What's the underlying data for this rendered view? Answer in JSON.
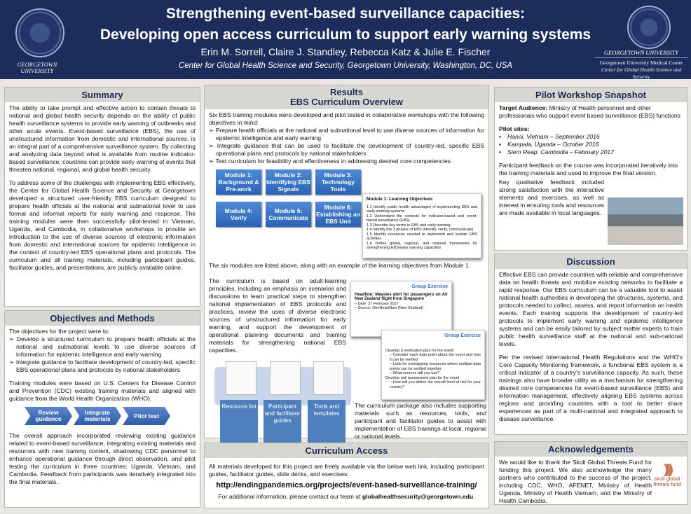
{
  "header": {
    "title_line1": "Strengthening event-based surveillance capacities:",
    "title_line2": "Developing open access curriculum to support early warning systems",
    "authors": "Erin M. Sorrell, Claire J. Standley, Rebecca Katz & Julie E. Fischer",
    "institution": "Center for Global Health Science and Security, Georgetown University, Washington, DC, USA",
    "logo_left": "GEORGETOWN UNIVERSITY",
    "logo_right": {
      "name": "GEORGETOWN UNIVERSITY",
      "line1": "Georgetown University Medical Center",
      "line2": "Center for Global Health Science and Security"
    }
  },
  "summary": {
    "title": "Summary",
    "p1": "The ability to take prompt and effective action to contain threats to national and global health security depends on the ability of public health surveillance systems to provide early warning of outbreaks and other acute events. Event-based surveillance (EBS), the use of unstructured information from domestic and international sources, is an integral part of a comprehensive surveillance system. By collecting and analyzing data beyond what is available from routine indicator-based surveillance, countries can provide early warning of events that threaten national, regional, and global health security.",
    "p2": "To address some of the challenges with implementing EBS effectively, the Center for Global Health Science and Security at Georgetown developed a structured user-friendly EBS curriculum designed to prepare health officials at the national and subnational level to use formal and informal reports for early warning and response. The training modules were then successfully pilot-tested in Vietnam, Uganda, and Cambodia, in collaborative workshops to provide an introduction to the use of diverse sources of electronic information from domestic and international sources for epidemic intelligence in the context of country-led EBS operational plans and protocols. The curriculum and all training materials, including participant guides, facilitator guides, and presentations, are publicly available online."
  },
  "objectives": {
    "title": "Objectives and Methods",
    "intro": "The objectives for the project were to:",
    "items": [
      "Develop a structured curriculum to prepare health officials at the national and subnational levels to use diverse sources of information for epidemic intelligence and early warning",
      "Integrate guidance to facilitate development of country-led, specific EBS operational plans and protocols by national stakeholders"
    ],
    "p2": "Training modules were based on U.S. Centers for Disease Control and Prevention (CDC) existing training materials and aligned with guidance from the World Health Organization (WHO).",
    "steps": [
      "Review guidance",
      "Integrate materials",
      "Pilot test"
    ],
    "p3": "The overall approach incorporated reviewing existing guidance related to event-based surveillance, integrating existing materials and resources with new training content, shadowing CDC personnel to enhance operational guidance through direct observation, and pilot testing the curriculum in three countries: Uganda, Vietnam, and Cambodia. Feedback from participants was iteratively integrated into the final materials."
  },
  "results": {
    "title": "Results",
    "subtitle": "EBS Curriculum Overview",
    "intro": "Six EBS training modules were developed and pilot tested in collaborative workshops with the following objectives in mind:",
    "items": [
      "Prepare health officials at the national and subnational level to use diverse sources of information for epidemic intelligence and early warning",
      "Integrate guidance that can be used to facilitate the development of country-led, specific EBS operational plans and protocols by national stakeholders",
      "Test curriculum for feasibility and effectiveness in addressing desired core competencies"
    ],
    "modules": [
      "Module 1: Background & Pre-work",
      "Module 2: Identifying EBS Signals",
      "Module 3: Technology Tools",
      "Module 4: Verify",
      "Module 5: Communicate",
      "Module 6: Establishing an EBS Unit"
    ],
    "lo_slide": {
      "title": "Module 1: Learning Objectives",
      "items": [
        "1.1 Identify public health advantages of implementing EBS and early warning systems",
        "1.2 Understand the contexts for indicator-based and event-based surveillance (EBS)",
        "1.3 Describe key terms in EBS and early warning",
        "1.4 Identify the 3 phases of EBS (identify, verify, communicate)",
        "1.5 Identify resources needed to implement and sustain EBS activities",
        "1.6 Define global, regional, and national frameworks for strengthening EBS/early warning capacities"
      ]
    },
    "modules_caption": "The six modules are listed above, along with an example of the learning objectives from Module 1.",
    "p_adult": "The curriculum is based on adult-learning principles, including an emphasis on scenarios and discussions to learn practical steps to strengthen national implementation of EBS protocols and practices, review the uses of diverse electronic sources of unstructured information for early warning, and support the development of operational planning documents and training materials for strengthening national EBS capacities.",
    "slide1": {
      "title": "Group Exercise",
      "headline": "Headline: Measles alert for passengers on Air New Zealand flight from Singapore",
      "date": "– Date: 27 February 2017",
      "source": "– Source: OneNewsNow (New Zealand)"
    },
    "slide2": {
      "title": "Group Exercise",
      "items": [
        "Develop a verification plan for the event:",
        "– Consider each data point about the event and how it can be verified",
        "– Look for overlapping resources where multiple data points can be verified together",
        "– What sources will you use?",
        "Develop risk assessment plan for the event",
        "– How will you define the overall level of risk for your country?"
      ]
    },
    "resources": [
      "Resource list",
      "Participant and facilitator guides",
      "Tools and templates"
    ],
    "p_package": "The curriculum package also includes supporting materials such as resources, tools, and participant and facilitator guides to assist with implementation of EBS trainings at local, regional or national levels."
  },
  "access": {
    "title": "Curriculum Access",
    "p1": "All materials developed for this project are freely available via the below web link, including participant guides, facilitator guides, slide decks, and exercises:",
    "url": "http://endingpandemics.org/projects/event-based-surveillance-training/",
    "contact_prefix": "For additional information, please contact our team at ",
    "email": "globalhealthsecurity@georgetown.edu",
    "contact_suffix": "."
  },
  "pilot": {
    "title": "Pilot Workshop Snapshot",
    "audience_label": "Target Audience:",
    "audience": " Ministry of Health personnel and other professionals who support event based surveillance (EBS) functions",
    "sites_label": "Pilot sites:",
    "sites": [
      "Hanoi, Vietnam – September 2016",
      "Kampala, Uganda – October 2016",
      "Siem Reap, Cambodia – February 2017"
    ],
    "p1": "Participant feedback on the course was incorporated iteratively into the training materials and used to improve the final version.",
    "p2": "Key qualitative feedback included strong satisfaction with the interactive elements and exercises, as well as interest in ensuring tools and resources are made available in local languages."
  },
  "discussion": {
    "title": "Discussion",
    "p1": "Effective EBS can provide countries with reliable and comprehensive data on health threats and mobilize existing networks to facilitate a rapid response. Our EBS curriculum can be a valuable tool to assist national health authorities in developing the structures, systems, and protocols needed to collect, assess, and report information on health events. Each training supports the development of country-led protocols to implement early warning and epidemic intelligence systems and can be easily tailored by subject matter experts to train public health surveillance staff at the national and sub-national levels.",
    "p2": "Per the revised International Health Regulations and the WHO's Core Capacity Monitoring framework, a functional EBS system is a critical indicator of a country's surveillance capacity. As such, these trainings also have broader utility as a mechanism for strengthening desired core competencies for event-based surveillance (EBS) and information management, effectively aligning EBS systems across regions and providing countries with a tool to better share experiences as part of a multi-national and integrated approach to disease surveillance."
  },
  "ack": {
    "title": "Acknowledgements",
    "p1": "We would like to thank the Skoll Global Threats Fund for funding this project. We also acknowledge the many partners who contributed to the success of the project, including CDC, WHO, AFENET, Ministry of Health Uganda, Ministry of Health Vietnam, and the Ministry of Health Cambodia.",
    "logo": "skoll global threats fund"
  },
  "colors": {
    "navy": "#1c2d5c",
    "module_blue": "#2a63b5",
    "panel_header": "#d8d6d0",
    "skoll": "#b5512a"
  }
}
